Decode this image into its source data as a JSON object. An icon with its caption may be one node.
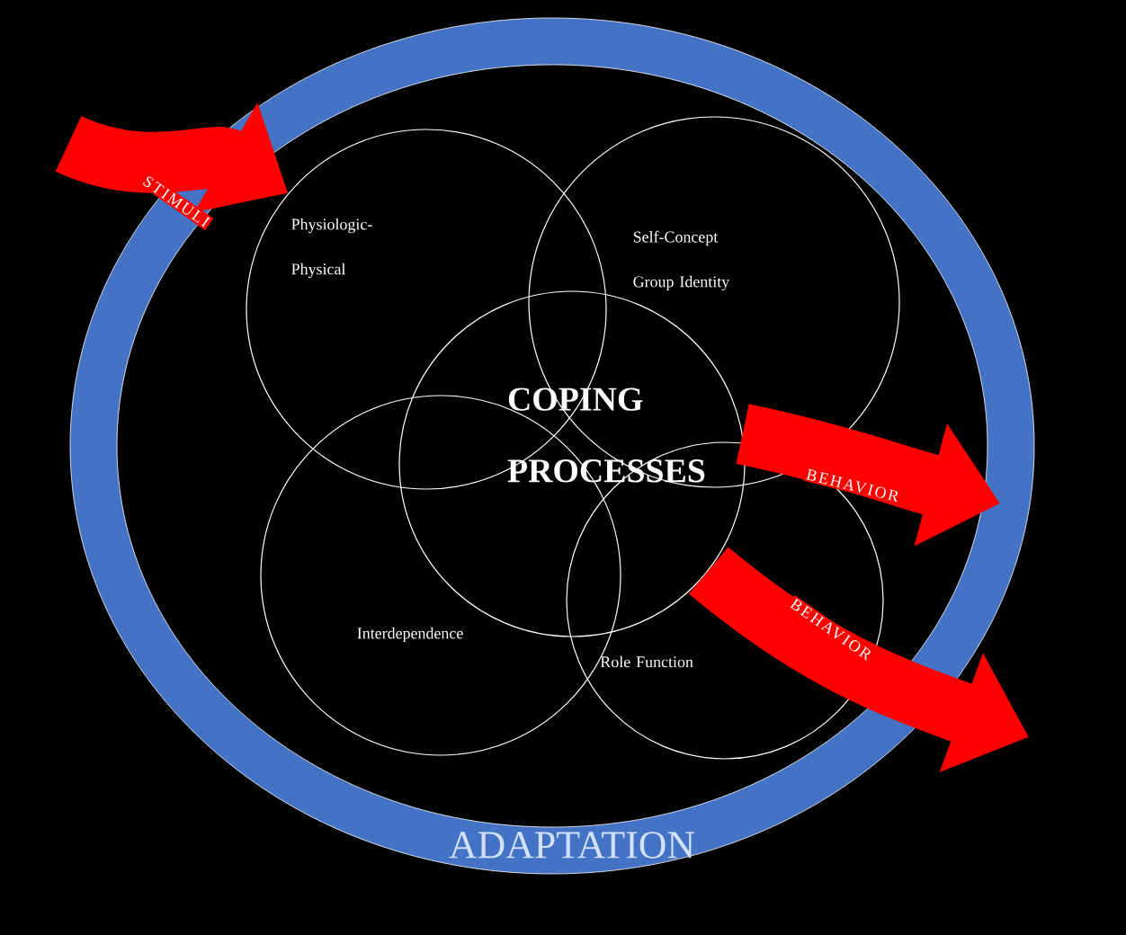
{
  "diagram": {
    "nodes": [
      {
        "text": [
          "ADAPTATION"
        ]
      },
      {
        "text": [
          "Physiologic- Physical"
        ],
        "in": 0
      },
      {
        "text": [
          "Self-Concept Group Identity"
        ],
        "in": 0
      },
      {
        "text": [
          "Interdependence"
        ],
        "in": 0
      },
      {
        "text": [
          "Role Function"
        ],
        "in": 0
      },
      {
        "text": [
          "COPING PROCESSES"
        ],
        "in": 0
      }
    ],
    "edges": [
      {
        "from": null,
        "to": 1,
        "arrow": "to",
        "label": "STIMULI"
      },
      {
        "from": 5,
        "to": null,
        "arrow": "to",
        "label": "BEHAVIOR"
      },
      {
        "from": 5,
        "to": null,
        "arrow": "to",
        "label": "BEHAVIOR"
      }
    ]
  }
}
